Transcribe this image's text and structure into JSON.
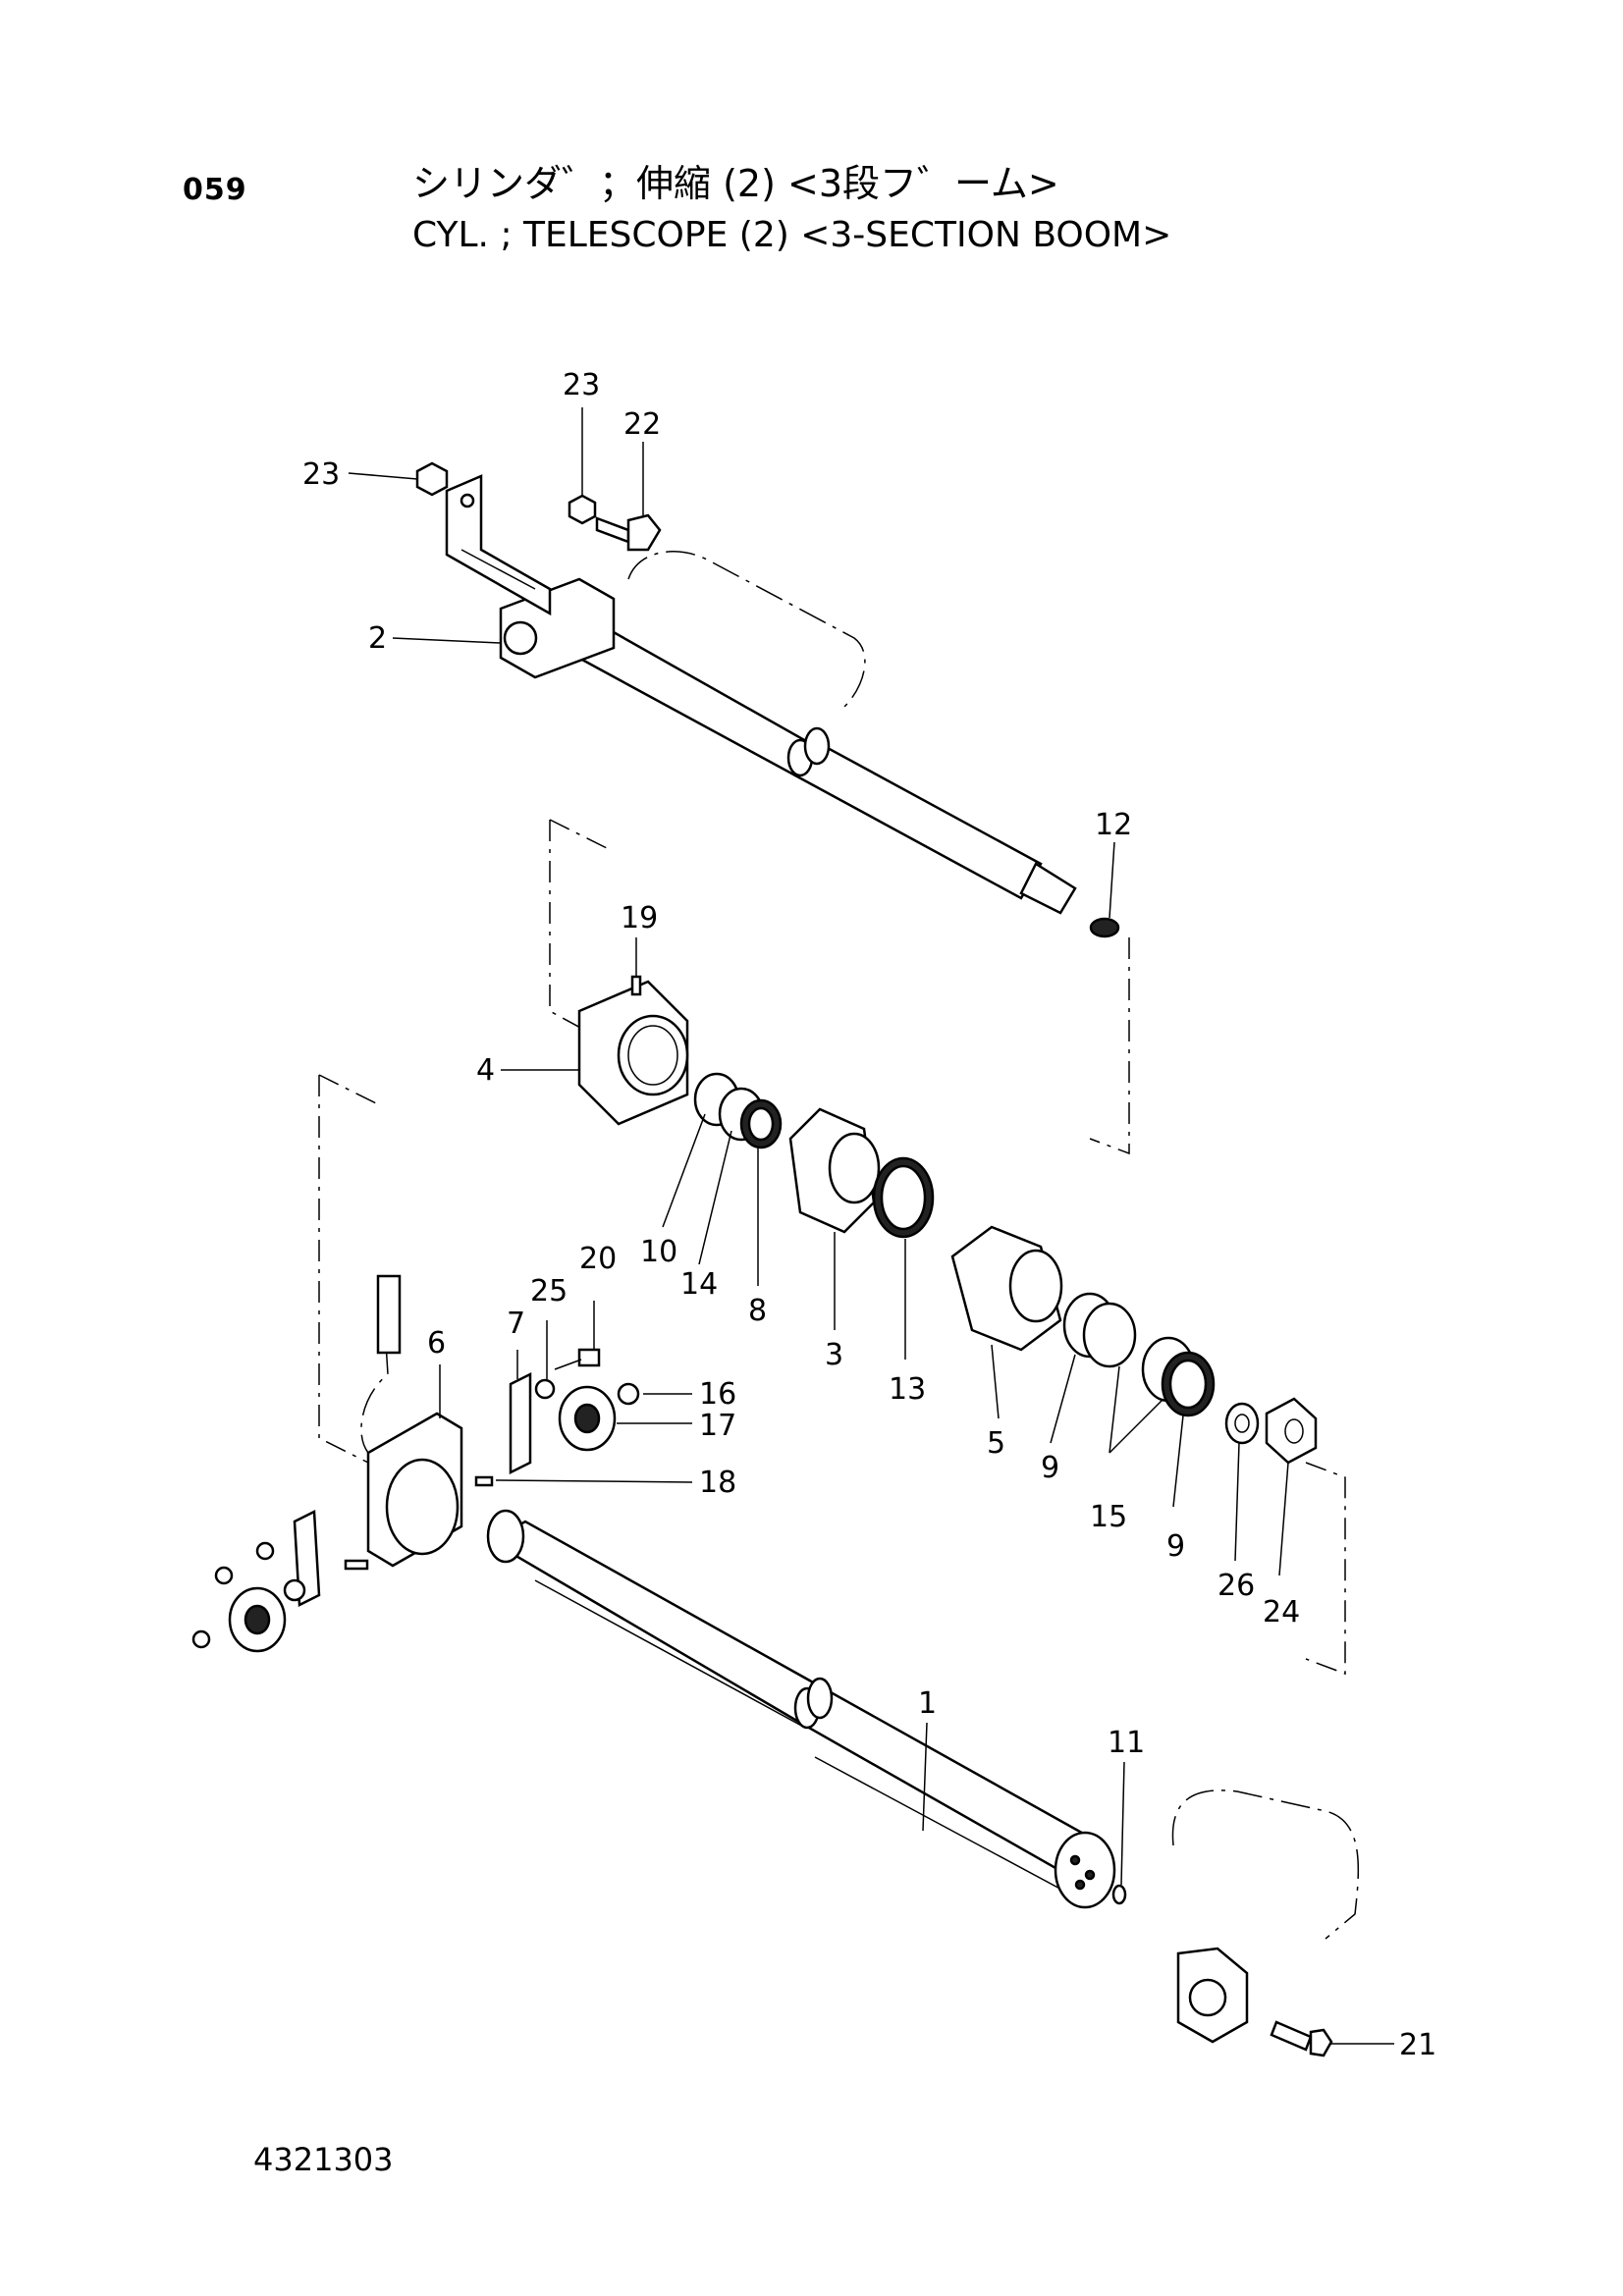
{
  "header": {
    "page_number": "059",
    "title_jp": "シリンダ゛；伸縮 (2) <3段フ゛ーム>",
    "title_en": "CYL. ; TELESCOPE (2) <3-SECTION BOOM>"
  },
  "footer": {
    "drawing_number": "4321303"
  },
  "callouts": {
    "p23a": "23",
    "p23b": "23",
    "p22": "22",
    "p2": "2",
    "p12": "12",
    "p19": "19",
    "p4": "4",
    "p10": "10",
    "p14": "14",
    "p8": "8",
    "p3": "3",
    "p13": "13",
    "p20": "20",
    "p25": "25",
    "p6": "6",
    "p7": "7",
    "p16": "16",
    "p17": "17",
    "p18": "18",
    "p5": "5",
    "p9a": "9",
    "p15": "15",
    "p9b": "9",
    "p26": "26",
    "p24": "24",
    "p1": "1",
    "p11": "11",
    "p21": "21"
  }
}
